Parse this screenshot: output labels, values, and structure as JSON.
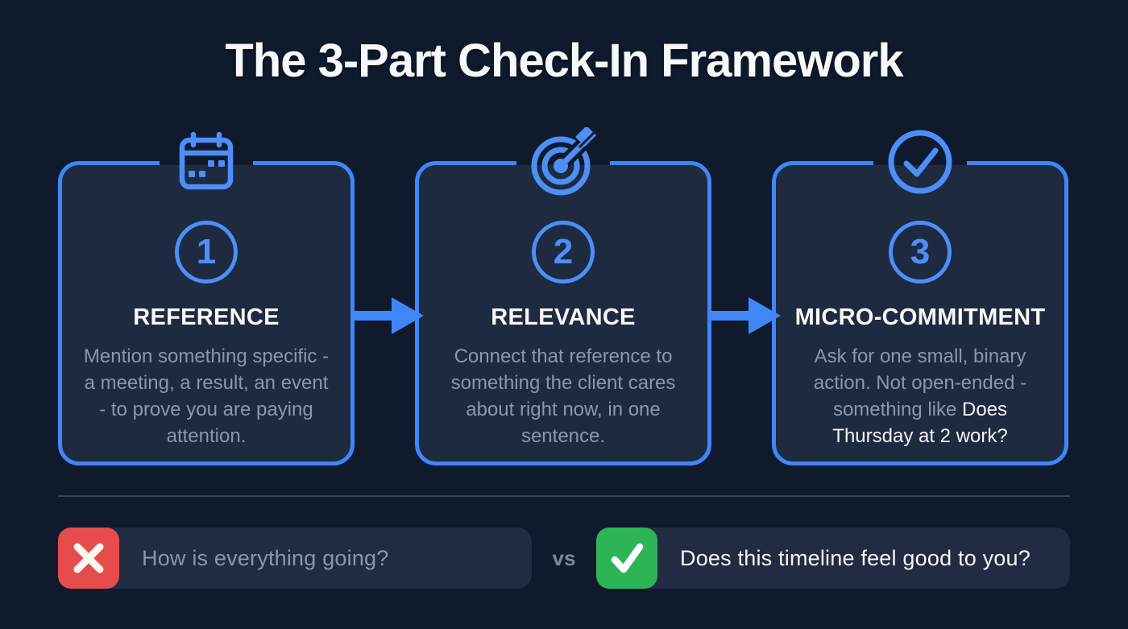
{
  "title": "The 3-Part Check-In Framework",
  "colors": {
    "page_bg": "#0f1a2d",
    "card_bg": "#1e2a40",
    "accent_blue": "#4d8ef7",
    "border_blue": "#3f86f6",
    "bad_red": "#e74c4c",
    "good_green": "#2db457",
    "text_gray": "#8d97a8",
    "text_white": "#f2f5f9"
  },
  "steps": [
    {
      "number": "1",
      "icon": "calendar-icon",
      "title": "REFERENCE",
      "body": "Mention something specific - a meeting, a result, an event - to prove you are paying attention.",
      "body_emphasis": ""
    },
    {
      "number": "2",
      "icon": "target-icon",
      "title": "RELEVANCE",
      "body": "Connect that reference to something the client cares about right now, in one sentence.",
      "body_emphasis": ""
    },
    {
      "number": "3",
      "icon": "check-circle-icon",
      "title": "MICRO-COMMITMENT",
      "body": "Ask for one small, binary action. Not open-ended - something like ",
      "body_emphasis": "Does Thursday at 2 work?"
    }
  ],
  "comparison": {
    "bad": {
      "icon": "x-icon",
      "label": "How is everything going?"
    },
    "vs_label": "vs",
    "good": {
      "icon": "check-icon",
      "label": "Does this timeline feel good to you?"
    }
  }
}
